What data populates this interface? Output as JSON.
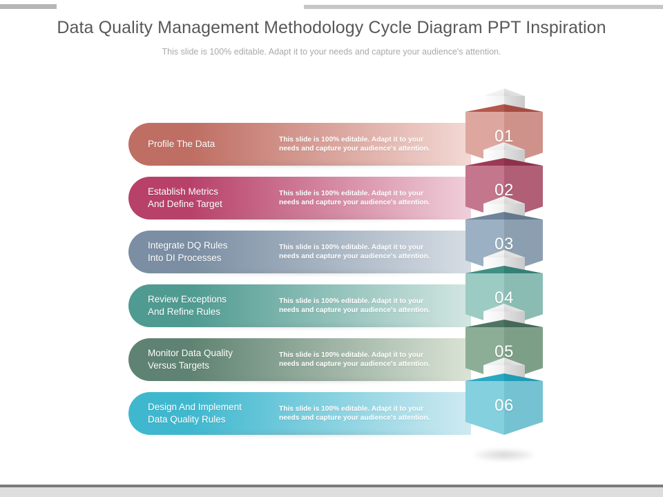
{
  "header": {
    "title": "Data Quality Management Methodology Cycle Diagram PPT  Inspiration",
    "subtitle": "This slide is 100% editable. Adapt it to your needs and capture your audience's attention."
  },
  "diagram": {
    "type": "stacked-chevron-process",
    "steps": [
      {
        "number": "01",
        "heading_line1": "Profile The Data",
        "heading_line2": "",
        "body_line1": "This slide is 100% editable. Adapt it to your",
        "body_line2": "needs and capture your audience's attention.",
        "bar_color": "#bf6e63",
        "bar_fade_color": "#f3d9d4",
        "cube_left_color": "#dda79f",
        "cube_right_color": "#cf928a",
        "cube_top_left_color": "#b4574c",
        "cube_top_right_color": "#a44c42"
      },
      {
        "number": "02",
        "heading_line1": "Establish Metrics",
        "heading_line2": "And Define Target",
        "body_line1": "This slide is 100% editable. Adapt it to your",
        "body_line2": "needs and capture your audience's attention.",
        "bar_color": "#b8416a",
        "bar_fade_color": "#f0cfda",
        "cube_left_color": "#c4768c",
        "cube_right_color": "#b05f77",
        "cube_top_left_color": "#9c3a56",
        "cube_top_right_color": "#8d324b"
      },
      {
        "number": "03",
        "heading_line1": "Integrate  DQ Rules",
        "heading_line2": "Into  DI Processes",
        "body_line1": "This slide is 100% editable. Adapt it to your",
        "body_line2": "needs and capture your audience's attention.",
        "bar_color": "#7b8ea3",
        "bar_fade_color": "#d6dde4",
        "cube_left_color": "#9bb0c2",
        "cube_right_color": "#8b9fb0",
        "cube_top_left_color": "#6f849a",
        "cube_top_right_color": "#63788d"
      },
      {
        "number": "04",
        "heading_line1": "Review  Exceptions",
        "heading_line2": "And Refine Rules",
        "body_line1": "This slide is 100% editable. Adapt it to your",
        "body_line2": "needs and capture your audience's attention.",
        "bar_color": "#4f9b91",
        "bar_fade_color": "#d3e6e2",
        "cube_left_color": "#9bcbc3",
        "cube_right_color": "#8bbcb4",
        "cube_top_left_color": "#3f8f84",
        "cube_top_right_color": "#358076"
      },
      {
        "number": "05",
        "heading_line1": "Monitor  Data Quality",
        "heading_line2": "Versus Targets",
        "body_line1": "This slide is 100% editable. Adapt it to your",
        "body_line2": "needs and capture your audience's attention.",
        "bar_color": "#5f8372",
        "bar_fade_color": "#dbe3d6",
        "cube_left_color": "#8cae96",
        "cube_right_color": "#7d9f88",
        "cube_top_left_color": "#4e7563",
        "cube_top_right_color": "#446958"
      },
      {
        "number": "06",
        "heading_line1": "Design And Implement",
        "heading_line2": "Data Quality  Rules",
        "body_line1": "This slide is 100% editable. Adapt it to your",
        "body_line2": "needs and capture your audience's attention.",
        "bar_color": "#3fb8cf",
        "bar_fade_color": "#cfeaf1",
        "cube_left_color": "#84d0de",
        "cube_right_color": "#74c2d2",
        "cube_top_left_color": "#2aa8c2",
        "cube_top_right_color": "#1f9bb5"
      }
    ]
  }
}
